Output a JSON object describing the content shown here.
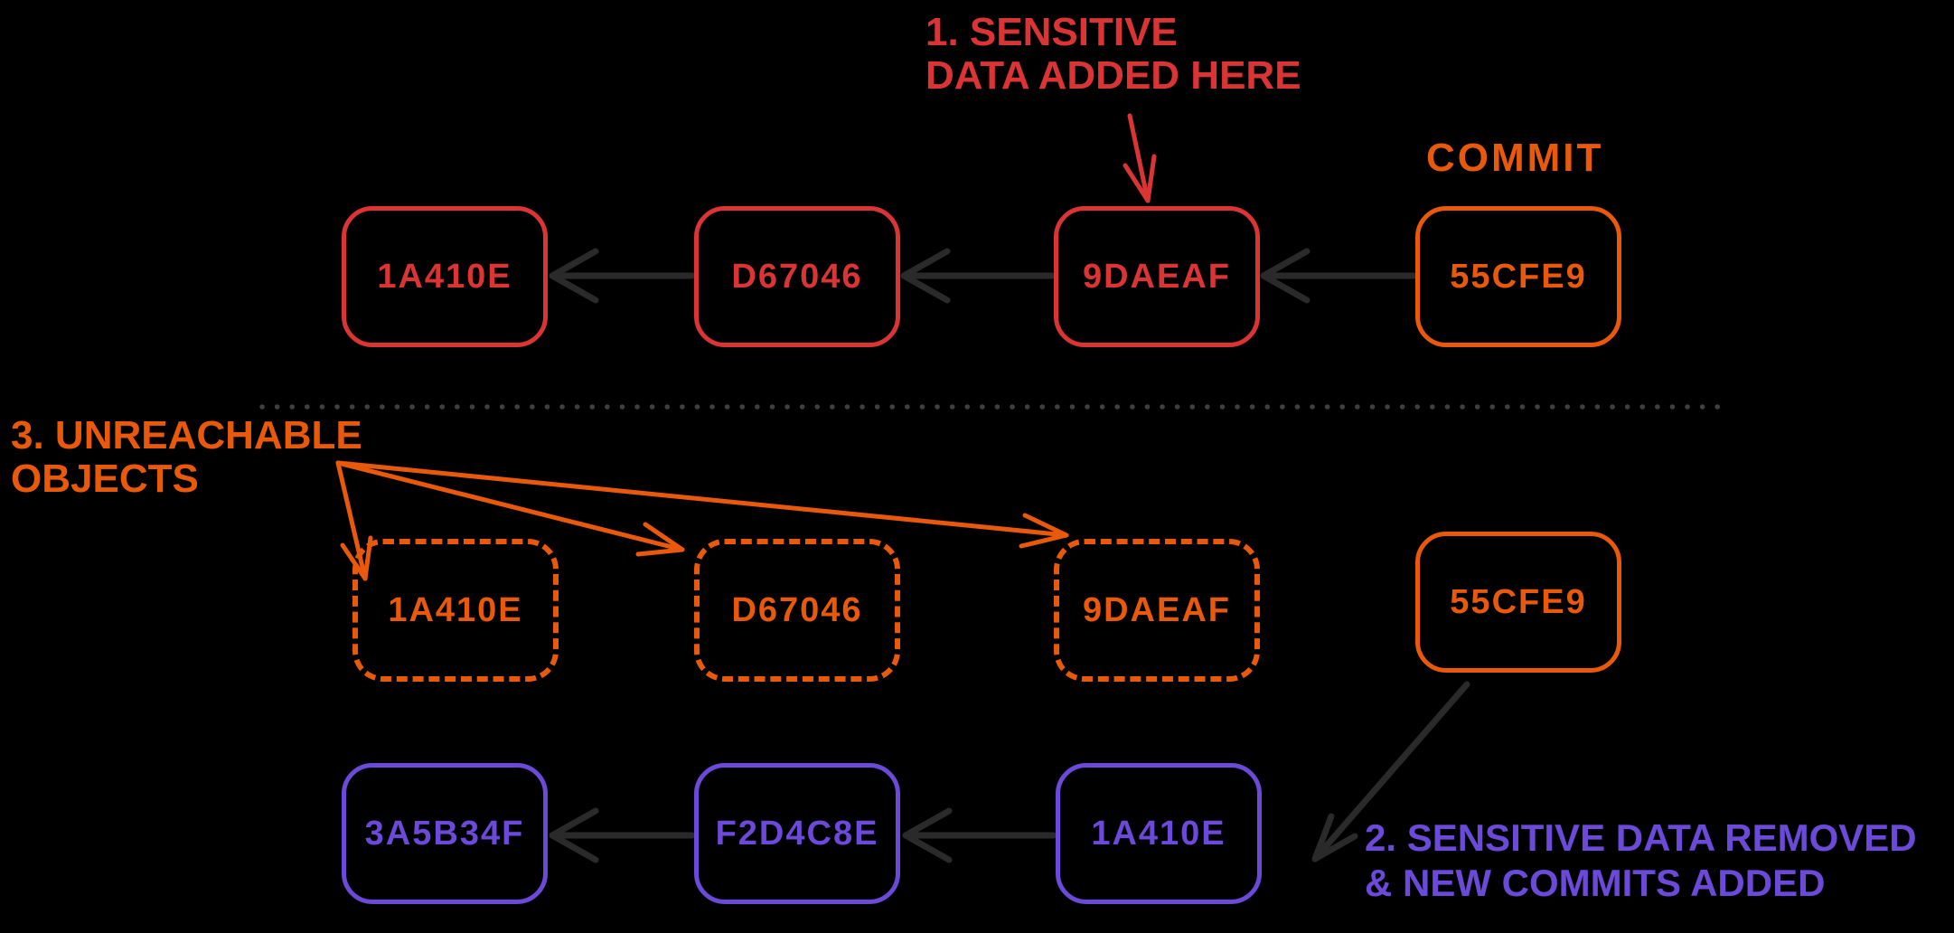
{
  "colors": {
    "background": "#000000",
    "red": "#da3434",
    "orange": "#e8590c",
    "purple": "#6c4ad9",
    "arrow": "#2a2a2a",
    "divider": "#3f3f3f"
  },
  "notes": {
    "sensitive_added_line1": "1. SENSITIVE",
    "sensitive_added_line2": "DATA ADDED HERE",
    "commit_label": "COMMIT",
    "unreachable_line1": "3. UNREACHABLE",
    "unreachable_line2": "OBJECTS",
    "removed_line1": "2. SENSITIVE DATA REMOVED",
    "removed_line2": "& NEW COMMITS ADDED"
  },
  "rows": {
    "original": {
      "commits": [
        "1A410E",
        "D67046",
        "9DAEAF",
        "55CFE9"
      ]
    },
    "unreachable": {
      "commits": [
        "1A410E",
        "D67046",
        "9DAEAF",
        "55CFE9"
      ]
    },
    "rewritten": {
      "commits": [
        "3A5B34F",
        "F2D4C8E",
        "1A410E"
      ]
    }
  }
}
